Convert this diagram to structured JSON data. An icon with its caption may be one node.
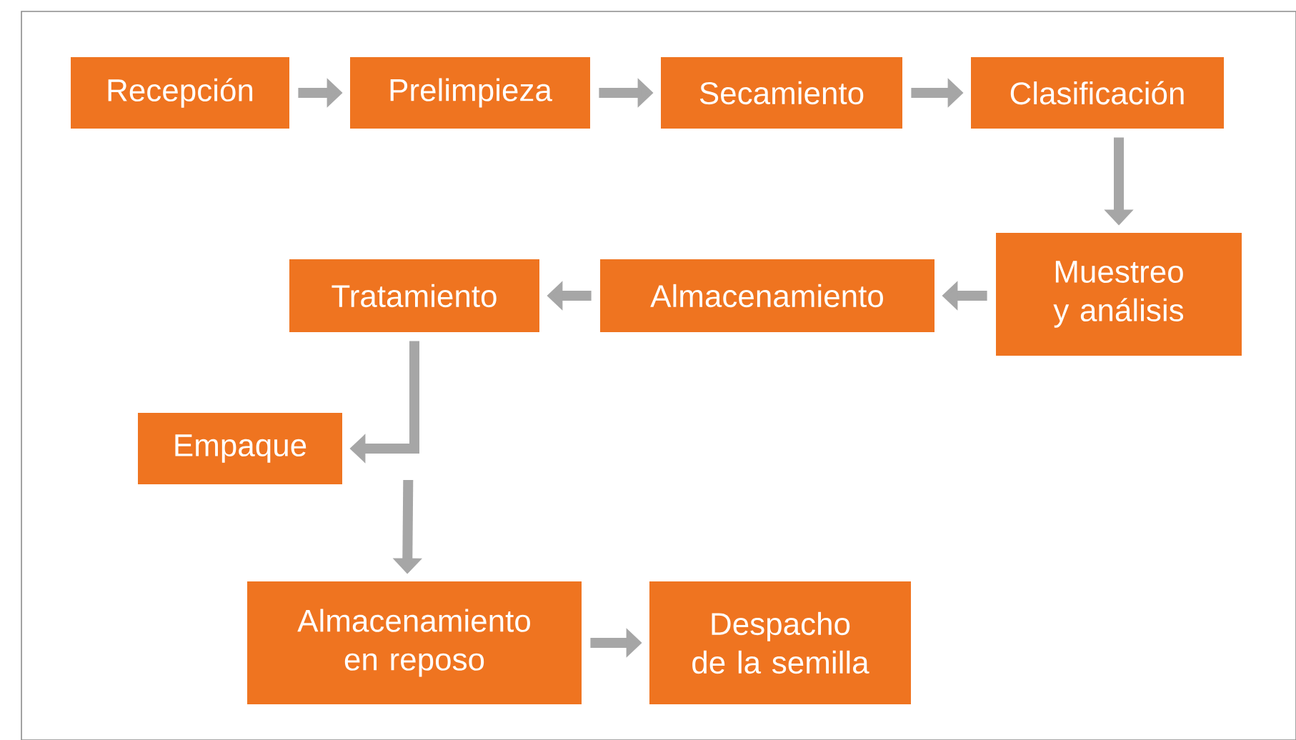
{
  "diagram": {
    "nodes": [
      {
        "text": [
          "Recepción"
        ]
      },
      {
        "text": [
          "Prelimpieza"
        ]
      },
      {
        "text": [
          "Secamiento"
        ]
      },
      {
        "text": [
          "Clasificación"
        ]
      },
      {
        "text": [
          "Muestreo y análisis"
        ]
      },
      {
        "text": [
          "Almacenamiento"
        ]
      },
      {
        "text": [
          "Tratamiento"
        ]
      },
      {
        "text": [
          "Empaque"
        ]
      },
      {
        "text": [
          "Almacenamiento en reposo"
        ]
      },
      {
        "text": [
          "Despacho de la semilla"
        ]
      }
    ],
    "edges": [
      {
        "from": 0,
        "to": 1,
        "arrow": "to"
      },
      {
        "from": 1,
        "to": 2,
        "arrow": "to"
      },
      {
        "from": 2,
        "to": 3,
        "arrow": "to"
      },
      {
        "from": 3,
        "to": 4,
        "arrow": "to"
      },
      {
        "from": 4,
        "to": 5,
        "arrow": "to"
      },
      {
        "from": 5,
        "to": 6,
        "arrow": "to"
      },
      {
        "from": 6,
        "to": 7,
        "arrow": "to"
      },
      {
        "from": 7,
        "to": 8,
        "arrow": "to"
      },
      {
        "from": 8,
        "to": 9,
        "arrow": "to"
      }
    ]
  }
}
